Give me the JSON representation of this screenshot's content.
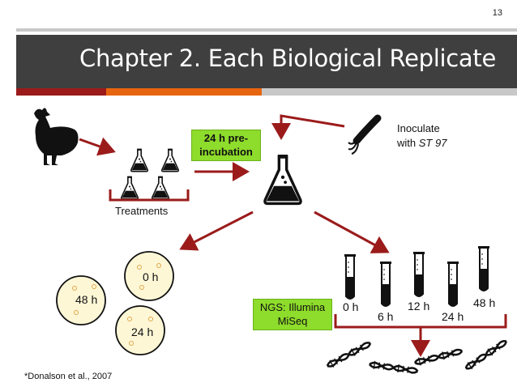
{
  "slide": {
    "page_number": "13",
    "title": "Chapter 2. Each Biological Replicate",
    "colors": {
      "title_bar": "#3f3f3f",
      "accent_red": "#9b1b1b",
      "accent_orange": "#e8650f",
      "callout_green": "#8edc2b",
      "arrow": "#9b1b1b"
    }
  },
  "diagram": {
    "treatments_label": "Treatments",
    "preincubation_label": "24 h pre-incubation",
    "inoculate_label_prefix": "Inoculate",
    "inoculate_label_with": "with",
    "inoculate_strain": "ST 97",
    "ngs_label": "NGS: Illumina MiSeq",
    "plates": [
      "0 h",
      "48 h",
      "24 h"
    ],
    "tubes": [
      "0 h",
      "6 h",
      "12 h",
      "24 h",
      "48 h"
    ],
    "citation": "*Donalson et al., 2007",
    "icons": [
      "chicken-icon",
      "flask-icon",
      "bacterium-icon",
      "petri-dish-icon",
      "test-tube-icon",
      "dna-icon"
    ]
  }
}
